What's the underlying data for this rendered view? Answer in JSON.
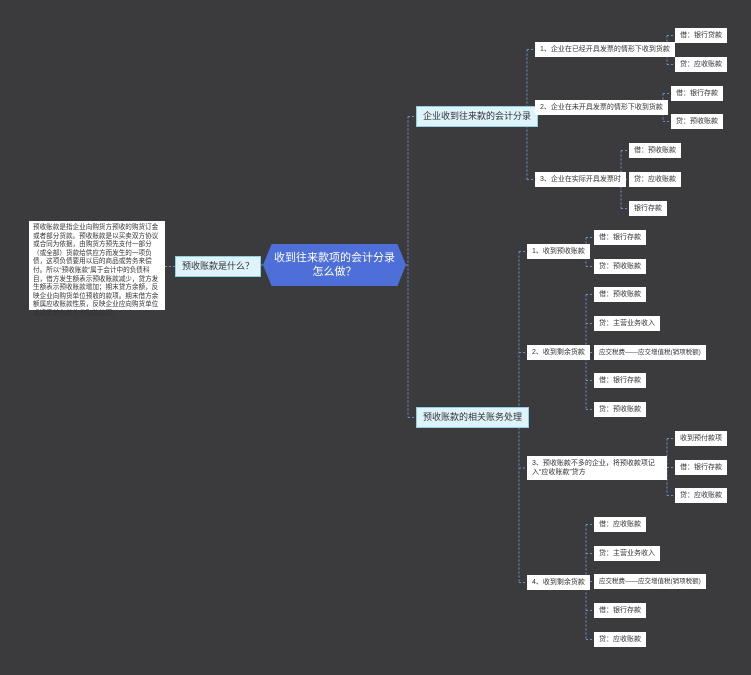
{
  "center": {
    "title": "收到往来款项的会计分录怎么做？"
  },
  "definition": {
    "question": "预收账款是什么？",
    "text": "预收账款是指企业向购货方预收的购货订金或者部分货款。预收账款是以买卖双方协议或合同为依据，由购货方预先支付一部分（或全部）货款给供应方而发生的一项负债，这项负债要用以后的商品或劳务来偿付。所以“预收账款”属于会计中的负债科目，借方发生额表示预收账款减少，贷方发生额表示预收账款增加；期末贷方余额，反映企业向购货单位预收的款项。期末借方余额属应收账款性质，反映企业应向购货单位或接受劳务单位收取的款项。"
  },
  "branch1": {
    "title": "企业收到往来款的会计分录",
    "items": [
      {
        "label": "1、企业在已经开具发票的情形下收到货款",
        "entries": [
          "借：银行贷款",
          "贷：应收账款"
        ]
      },
      {
        "label": "2、企业在未开具发票的情形下收到货款",
        "entries": [
          "借：银行存款",
          "贷：预收账款"
        ]
      },
      {
        "label": "3、企业在实际开具发票时",
        "entries": [
          "借：预收账款",
          "贷：应收账款",
          "银行存款"
        ]
      }
    ]
  },
  "branch2": {
    "title": "预收账款的相关账务处理",
    "items": [
      {
        "label": "1、收到预收账款",
        "entries": [
          "借：银行存款",
          "贷：预收账款"
        ]
      },
      {
        "label": "2、收到剩余货款",
        "entries": [
          "借：预收账款",
          "贷：主营业务收入",
          "应交税费——应交增值税(销项税额)",
          "借：银行存款",
          "贷：预收账款"
        ]
      },
      {
        "label": "3、预收账款不多的企业，将预收款项记入“应收账款”贷方",
        "entries": [
          "收到预付款项",
          "借：银行存款",
          "贷：应收账款"
        ]
      },
      {
        "label": "4、收到剩余货款",
        "entries": [
          "借：应收账款",
          "贷：主营业务收入",
          "应交税费——应交增值税(销项税额)",
          "借：银行存款",
          "贷：应收账款"
        ]
      }
    ]
  }
}
